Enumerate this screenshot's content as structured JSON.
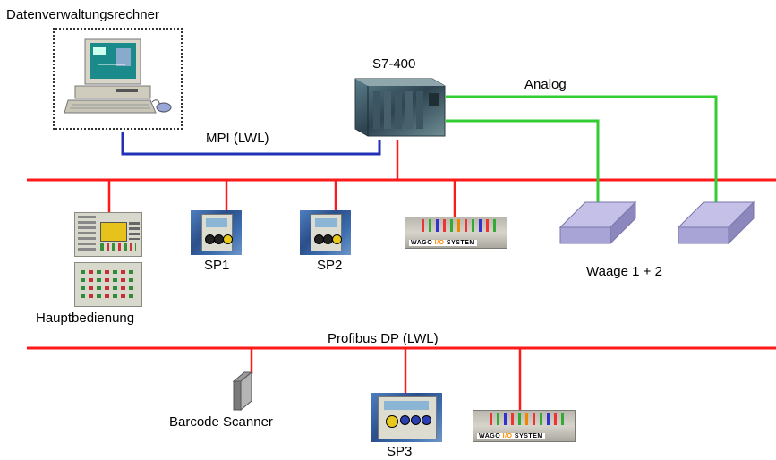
{
  "labels": {
    "pc": "Datenverwaltungsrechner",
    "s7": "S7-400",
    "analog": "Analog",
    "mpi": "MPI (LWL)",
    "sp1": "SP1",
    "sp2": "SP2",
    "waage": "Waage 1 + 2",
    "haupt": "Hauptbedienung",
    "profibus": "Profibus DP (LWL)",
    "barcode": "Barcode Scanner",
    "sp3": "SP3"
  },
  "wago": {
    "brand1": "WAGO",
    "brand_io": "I/O",
    "brand2": "SYSTEM"
  },
  "colors": {
    "bus": "#ff1a1a",
    "mpi_line": "#2230b8",
    "analog_line": "#33cc33",
    "scale": "#a9a4d6"
  }
}
